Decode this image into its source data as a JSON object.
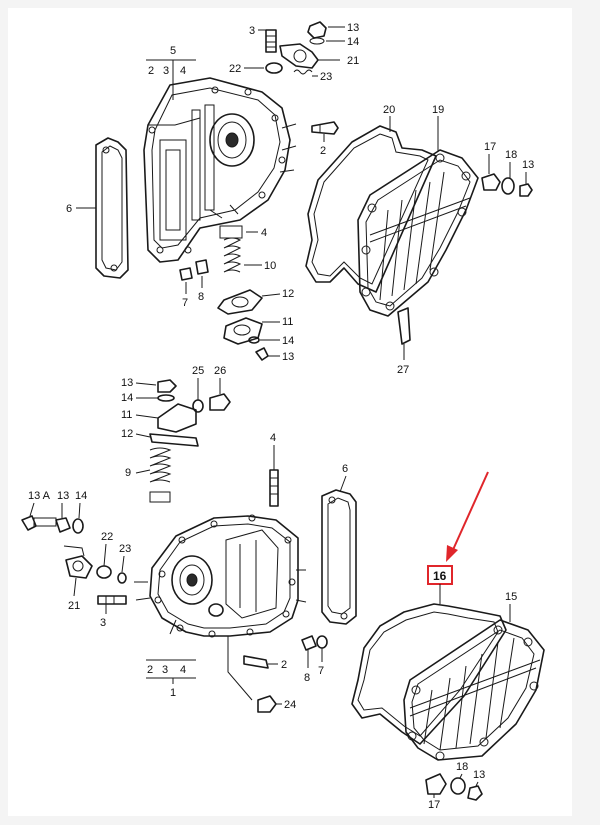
{
  "labels": {
    "top": {
      "n3": "3",
      "n13a": "13",
      "n14a": "14",
      "n5": "5",
      "n2": "2",
      "n3b": "3",
      "n4": "4",
      "n21": "21",
      "n22": "22",
      "n23": "23",
      "n20": "20",
      "n19": "19",
      "n2b": "2",
      "n17": "17",
      "n18": "18",
      "n13b": "13",
      "n6": "6",
      "n4b": "4",
      "n10": "10",
      "n7": "7",
      "n8": "8",
      "n12": "12",
      "n11": "11",
      "n14b": "14",
      "n13c": "13",
      "n27": "27"
    },
    "bottom": {
      "n13": "13",
      "n25": "25",
      "n26": "26",
      "n14": "14",
      "n11": "11",
      "n12": "12",
      "n4": "4",
      "n6": "6",
      "n9": "9",
      "n13A": "13 A",
      "n13b": "13",
      "n14b": "14",
      "n22": "22",
      "n23": "23",
      "n21": "21",
      "n3": "3",
      "n16": "16",
      "n15": "15",
      "n2a": "2",
      "n3b": "3",
      "n4b": "4",
      "n1": "1",
      "n2": "2",
      "n8": "8",
      "n7": "7",
      "n24": "24",
      "n18": "18",
      "n13c": "13",
      "n17": "17"
    }
  },
  "highlight": {
    "part": "16",
    "color": "#e0262b"
  },
  "colors": {
    "ink": "#1a1a1a",
    "paper": "#ffffff",
    "frame": "#f4f4f4"
  }
}
